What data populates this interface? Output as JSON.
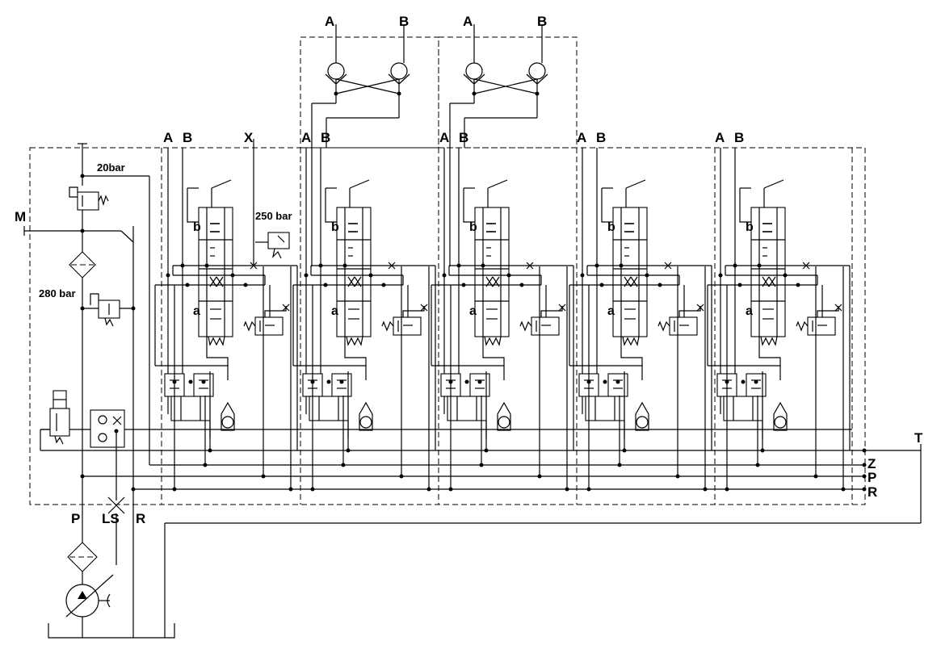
{
  "colors": {
    "line": "#000000",
    "background": "#ffffff"
  },
  "motor_ports": [
    {
      "a": "A",
      "b": "B"
    },
    {
      "a": "A",
      "b": "B"
    }
  ],
  "section_ports": [
    {
      "a": "A",
      "b": "B"
    },
    {
      "a": "A",
      "b": "B"
    },
    {
      "a": "A",
      "b": "B"
    },
    {
      "a": "A",
      "b": "B"
    },
    {
      "a": "A",
      "b": "B"
    }
  ],
  "x_port": "X",
  "m_port": "M",
  "pressure_20": "20bar",
  "pressure_250": "250 bar",
  "pressure_280": "280 bar",
  "spool_b": "b",
  "spool_a": "a",
  "right_ports": {
    "t": "T",
    "z": "Z",
    "p": "P",
    "r": "R"
  },
  "bottom_ports": {
    "p": "P",
    "ls": "LS",
    "r": "R"
  }
}
